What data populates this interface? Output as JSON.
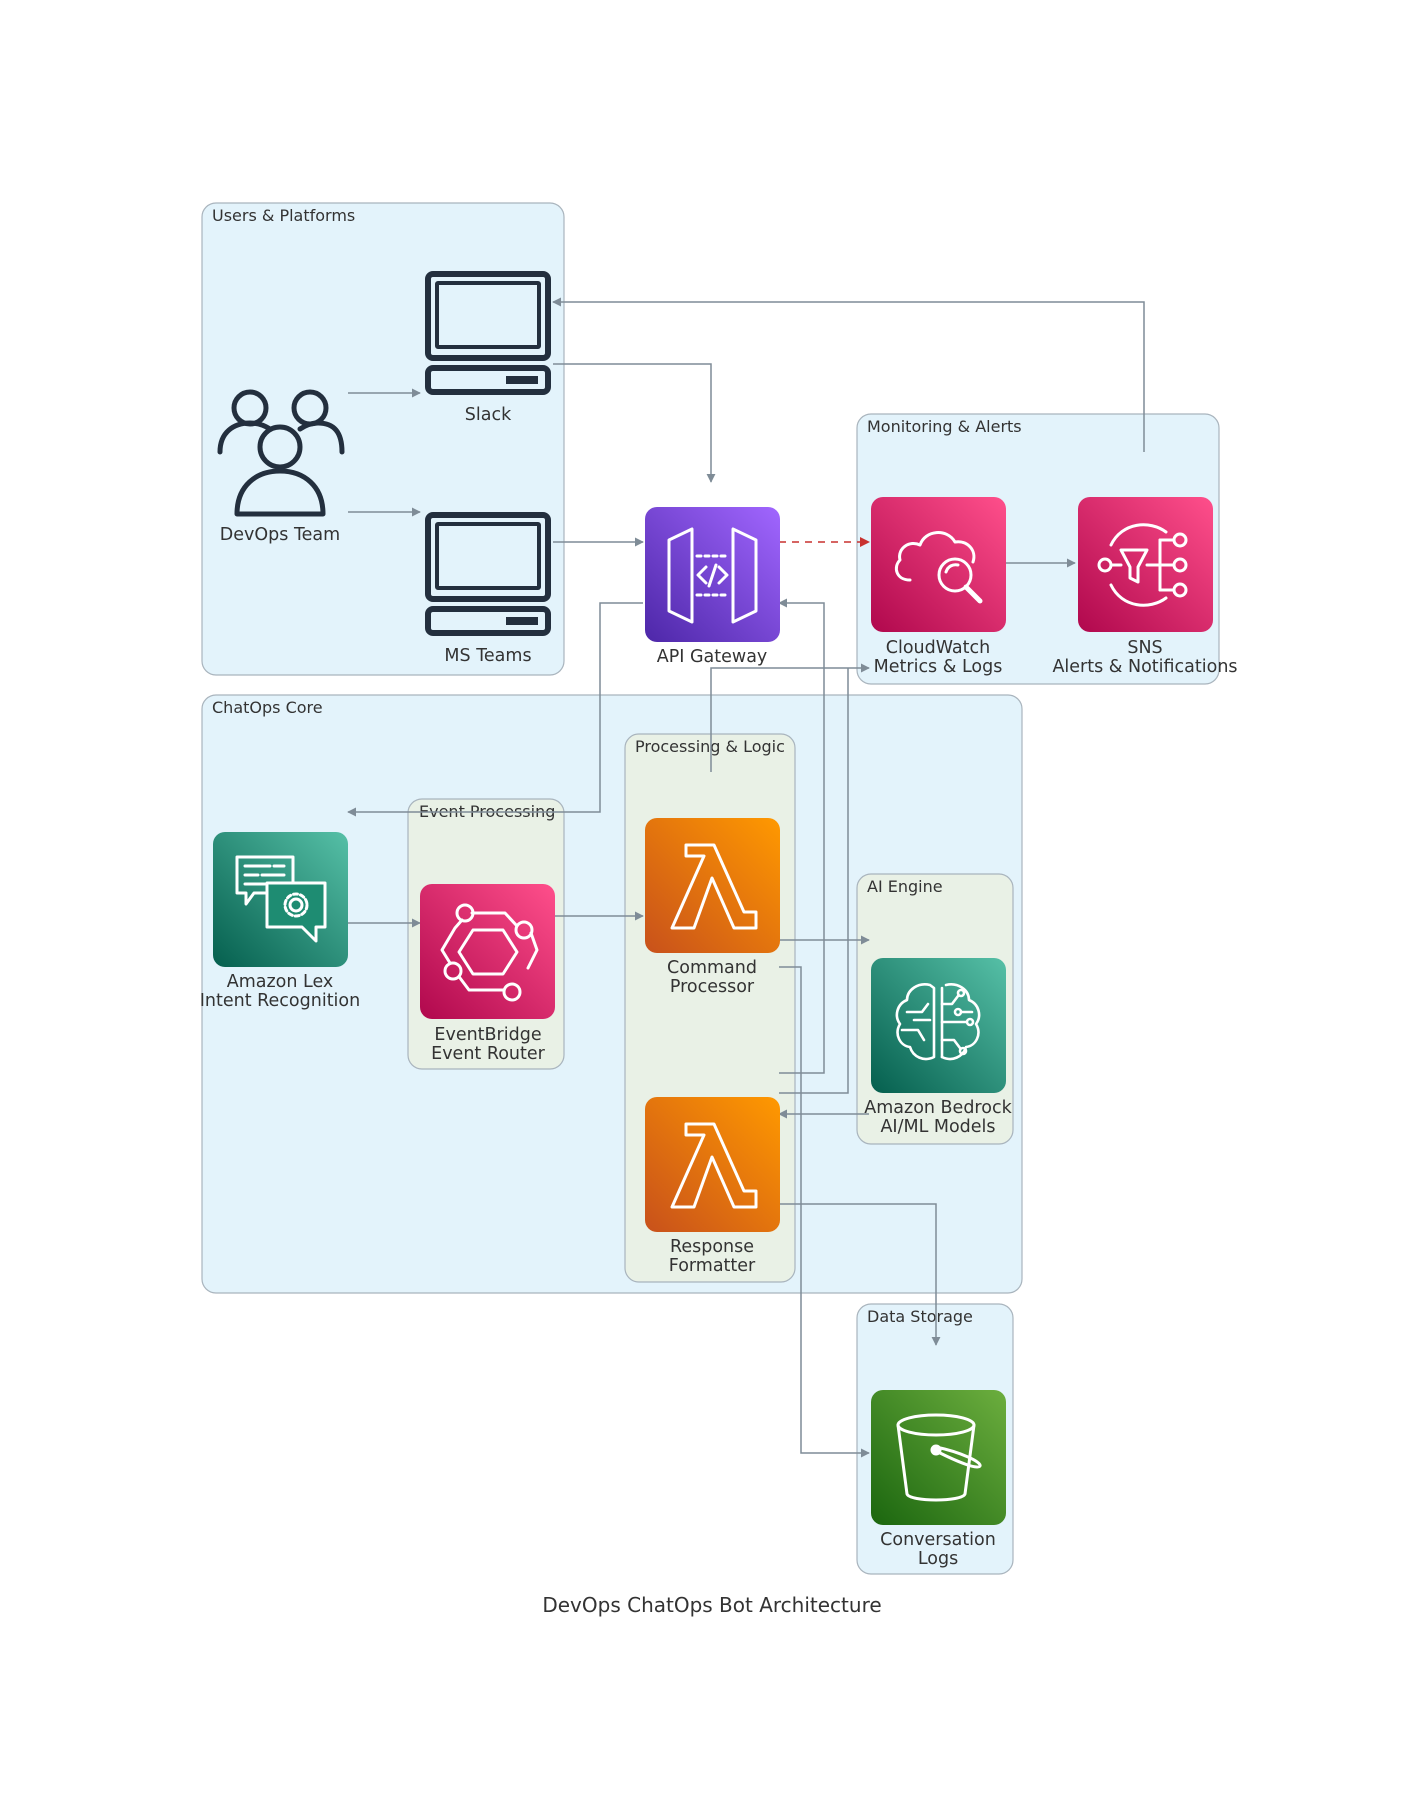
{
  "title": "DevOps ChatOps Bot Architecture",
  "clusters": {
    "users": "Users & Platforms",
    "monitoring": "Monitoring & Alerts",
    "core": "ChatOps Core",
    "event": "Event Processing",
    "processing": "Processing & Logic",
    "ai": "AI Engine",
    "storage": "Data Storage"
  },
  "nodes": {
    "devops_team": "DevOps Team",
    "slack": "Slack",
    "msteams": "MS Teams",
    "apigw": "API Gateway",
    "cloudwatch_1": "CloudWatch",
    "cloudwatch_2": "Metrics & Logs",
    "sns_1": "SNS",
    "sns_2": "Alerts & Notifications",
    "lex_1": "Amazon Lex",
    "lex_2": "Intent Recognition",
    "eventbridge_1": "EventBridge",
    "eventbridge_2": "Event Router",
    "command_1": "Command",
    "command_2": "Processor",
    "formatter_1": "Response",
    "formatter_2": "Formatter",
    "bedrock_1": "Amazon Bedrock",
    "bedrock_2": "AI/ML Models",
    "logs_1": "Conversation",
    "logs_2": "Logs"
  },
  "icons": {
    "devops_team": "users-icon",
    "slack": "client-computer-icon",
    "msteams": "client-computer-icon",
    "apigw": "api-gateway-icon",
    "cloudwatch": "cloudwatch-icon",
    "sns": "sns-icon",
    "lex": "lex-icon",
    "eventbridge": "eventbridge-icon",
    "lambda": "lambda-icon",
    "bedrock": "bedrock-icon",
    "s3": "s3-bucket-icon"
  },
  "colors": {
    "cluster_blue": "#e3f3fb",
    "cluster_green": "#e9f1e6",
    "edge": "#7f8c97",
    "edge_dashed": "#c8312f",
    "api_gateway": "#7e44e0",
    "pink": "#d6246c",
    "teal": "#1e8c72",
    "orange": "#e8701a",
    "green": "#3f8c28"
  }
}
